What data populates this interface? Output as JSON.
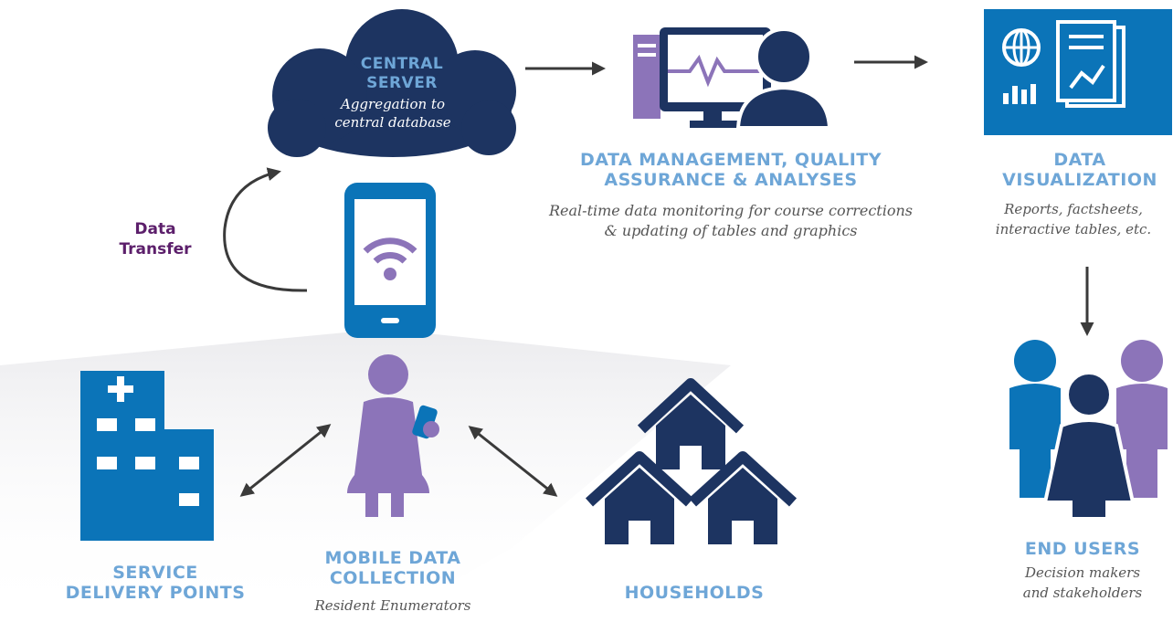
{
  "central_server": {
    "title_line1": "CENTRAL",
    "title_line2": "SERVER",
    "sub_line1": "Aggregation to",
    "sub_line2": "central database"
  },
  "data_transfer": {
    "line1": "Data",
    "line2": "Transfer"
  },
  "data_management": {
    "title_line1": "DATA MANAGEMENT, QUALITY",
    "title_line2": "ASSURANCE & ANALYSES",
    "sub_line1": "Real-time data monitoring for course corrections",
    "sub_line2": "& updating of tables and graphics"
  },
  "data_visualization": {
    "title_line1": "DATA",
    "title_line2": "VISUALIZATION",
    "sub_line1": "Reports, factsheets,",
    "sub_line2": "interactive tables, etc."
  },
  "end_users": {
    "title": "END USERS",
    "sub_line1": "Decision makers",
    "sub_line2": "and stakeholders"
  },
  "service_delivery": {
    "title_line1": "SERVICE",
    "title_line2": "DELIVERY POINTS"
  },
  "mobile_collection": {
    "title_line1": "MOBILE DATA",
    "title_line2": "COLLECTION",
    "sub_line1": "Resident Enumerators"
  },
  "households": {
    "title": "HOUSEHOLDS"
  },
  "colors": {
    "navy": "#1d3461",
    "blue": "#0b74b8",
    "light_blue": "#6ea6d7",
    "purple": "#8c74b9",
    "dark_purple": "#5c1f6b",
    "arrow": "#3a3a3a"
  }
}
